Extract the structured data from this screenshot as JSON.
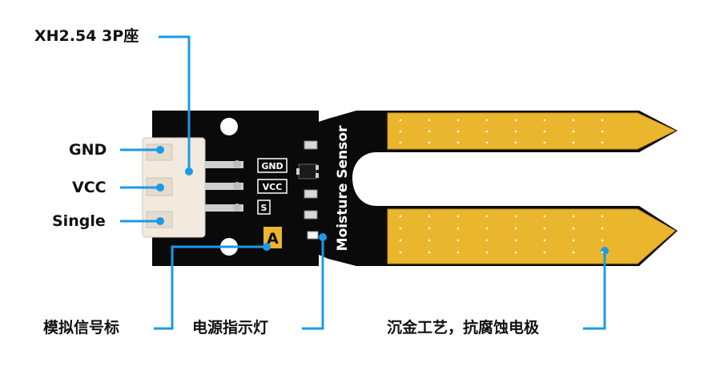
{
  "labels": {
    "connector": "XH2.54 3P座",
    "gnd": "GND",
    "vcc": "VCC",
    "signal": "Single",
    "analog_indicator": "模拟信号标",
    "power_led": "电源指示灯",
    "probe": "沉金工艺，抗腐蚀电极"
  },
  "board": {
    "title": "Moisture Sensor",
    "pin_gnd": "GND",
    "pin_vcc": "VCC",
    "pin_s": "S",
    "type_mark": "A"
  },
  "colors": {
    "pcb": "#0a0a0a",
    "gold": "#e9b62d",
    "callout": "#1a9be8",
    "connector": "#f2eadf"
  }
}
